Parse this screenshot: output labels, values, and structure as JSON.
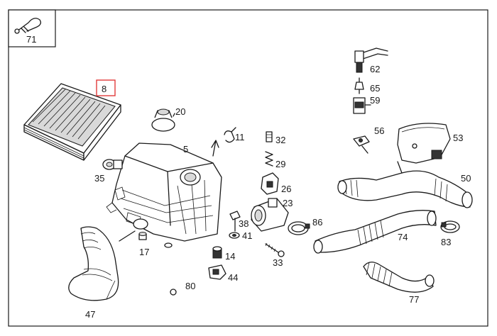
{
  "diagram": {
    "inset_label": "71",
    "highlight_color": "#e23b3b",
    "line_color": "#1a1a1a",
    "parts": {
      "p8": "8",
      "p20": "20",
      "p5": "5",
      "p11": "11",
      "p32": "32",
      "p29": "29",
      "p26": "26",
      "p23": "23",
      "p35": "35",
      "p38": "38",
      "p41": "41",
      "p14": "14",
      "p17": "17",
      "p33": "33",
      "p44": "44",
      "p80": "80",
      "p47": "47",
      "p86": "86",
      "p62": "62",
      "p65": "65",
      "p59": "59",
      "p56": "56",
      "p53": "53",
      "p50": "50",
      "p74": "74",
      "p83": "83",
      "p77": "77"
    }
  }
}
